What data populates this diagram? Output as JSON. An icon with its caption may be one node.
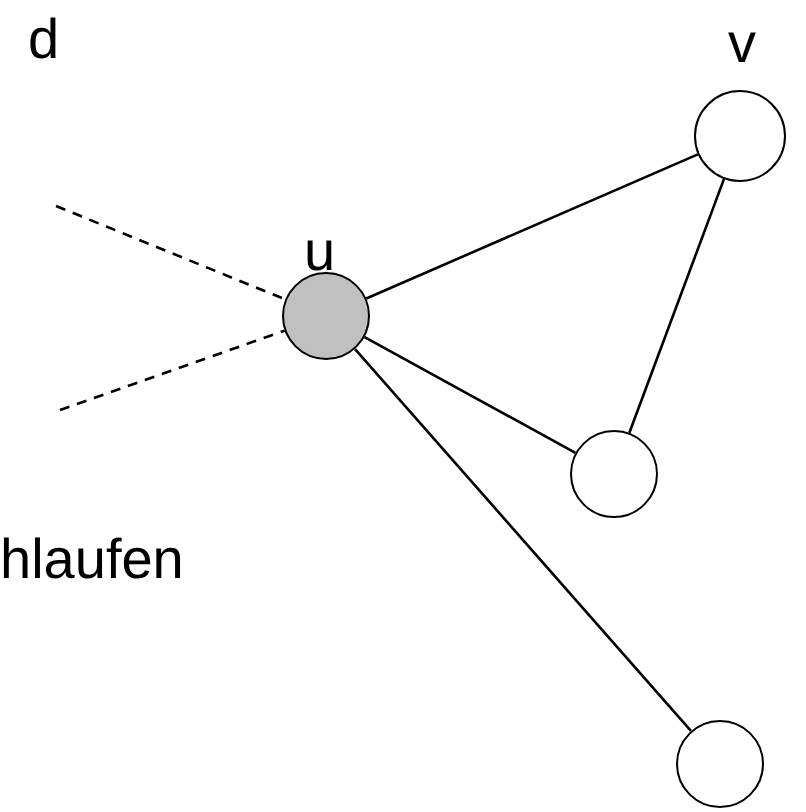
{
  "diagram": {
    "nodes": [
      {
        "text": [],
        "shape": "circle",
        "beside": [
          "u"
        ]
      },
      {
        "text": [],
        "shape": "circle",
        "beside": [
          "v"
        ]
      },
      {
        "text": [],
        "shape": "circle"
      },
      {
        "text": [],
        "shape": "circle"
      }
    ],
    "edges": [
      {
        "from": null,
        "to": 0,
        "arrow": "none",
        "style": "dashed"
      },
      {
        "from": null,
        "to": 0,
        "arrow": "none",
        "style": "dashed"
      },
      {
        "from": 0,
        "to": 1,
        "arrow": "none"
      },
      {
        "from": 1,
        "to": 2,
        "arrow": "none"
      },
      {
        "from": 0,
        "to": 2,
        "arrow": "none"
      },
      {
        "from": 0,
        "to": 3,
        "arrow": "none"
      }
    ],
    "labels": [
      "d",
      "hlaufen"
    ]
  }
}
